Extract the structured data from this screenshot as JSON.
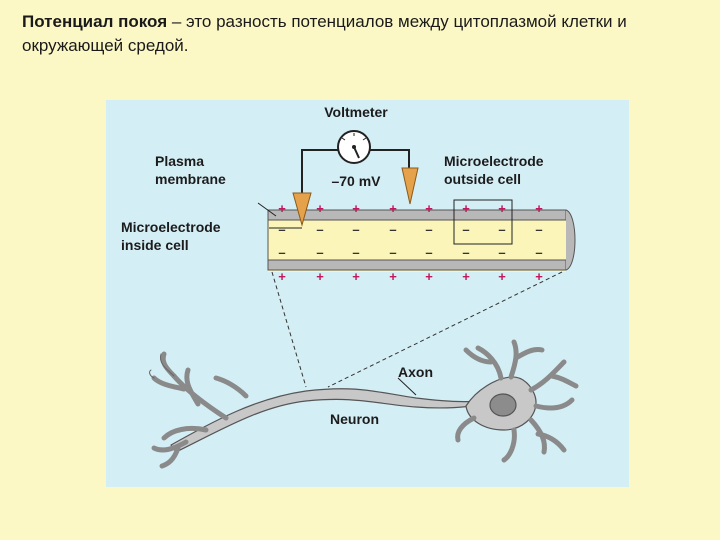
{
  "slide": {
    "term": "Потенциал покоя",
    "definition": " – это разность потенциалов между цитоплазмой клетки и окружающей средой."
  },
  "diagram": {
    "voltmeter_label": "Voltmeter",
    "voltage_reading": "–70 mV",
    "plasma_label_line1": "Plasma",
    "plasma_label_line2": "membrane",
    "inside_label_line1": "Microelectrode",
    "inside_label_line2": "inside cell",
    "outside_label_line1": "Microelectrode",
    "outside_label_line2": "outside cell",
    "axon_label": "Axon",
    "neuron_label": "Neuron",
    "plus_sign": "+",
    "minus_sign": "–",
    "colors": {
      "background": "#fbf8c6",
      "panel": "#d4eef5",
      "axoplasm": "#fbf5b9",
      "membrane": "#b8b8b8",
      "electrode": "#e6a24a",
      "positive_charge": "#c2185b",
      "neuron": "#c8c8c8"
    }
  }
}
